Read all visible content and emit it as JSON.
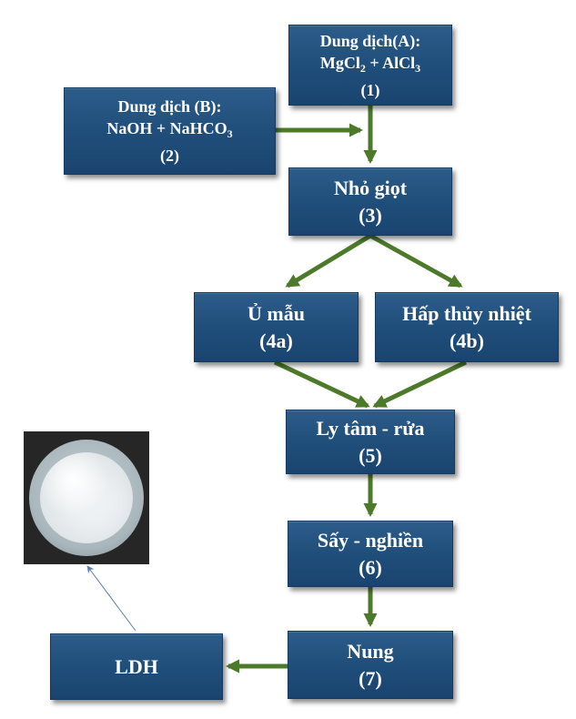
{
  "colors": {
    "box_fill": "#1f4d79",
    "box_text": "#ffffff",
    "arrow_green": "#4d7a2a",
    "thin_arrow_blue": "#5b7fb0"
  },
  "steps": {
    "a": {
      "line1": "Dung dịch(A):",
      "mg": "MgCl",
      "mg_sub": "2",
      "plus": " + AlCl",
      "al_sub": "3",
      "num": "(1)"
    },
    "b": {
      "line1": "Dung dịch (B):",
      "na": "NaOH + NaHCO",
      "na_sub": "3",
      "num": "(2)"
    },
    "drop": {
      "label": "Nhỏ giọt",
      "num": "(3)"
    },
    "aging": {
      "label": "Ủ mẫu",
      "num": "(4a)"
    },
    "hydro": {
      "label": "Hấp thủy nhiệt",
      "num": "(4b)"
    },
    "centri": {
      "label": "Ly tâm - rửa",
      "num": "(5)"
    },
    "dry": {
      "label": "Sấy - nghiền",
      "num": "(6)"
    },
    "calc": {
      "label": "Nung",
      "num": "(7)"
    },
    "product": {
      "label": "LDH"
    }
  },
  "photo": {
    "subject": "white LDH powder in a glass petri dish"
  }
}
